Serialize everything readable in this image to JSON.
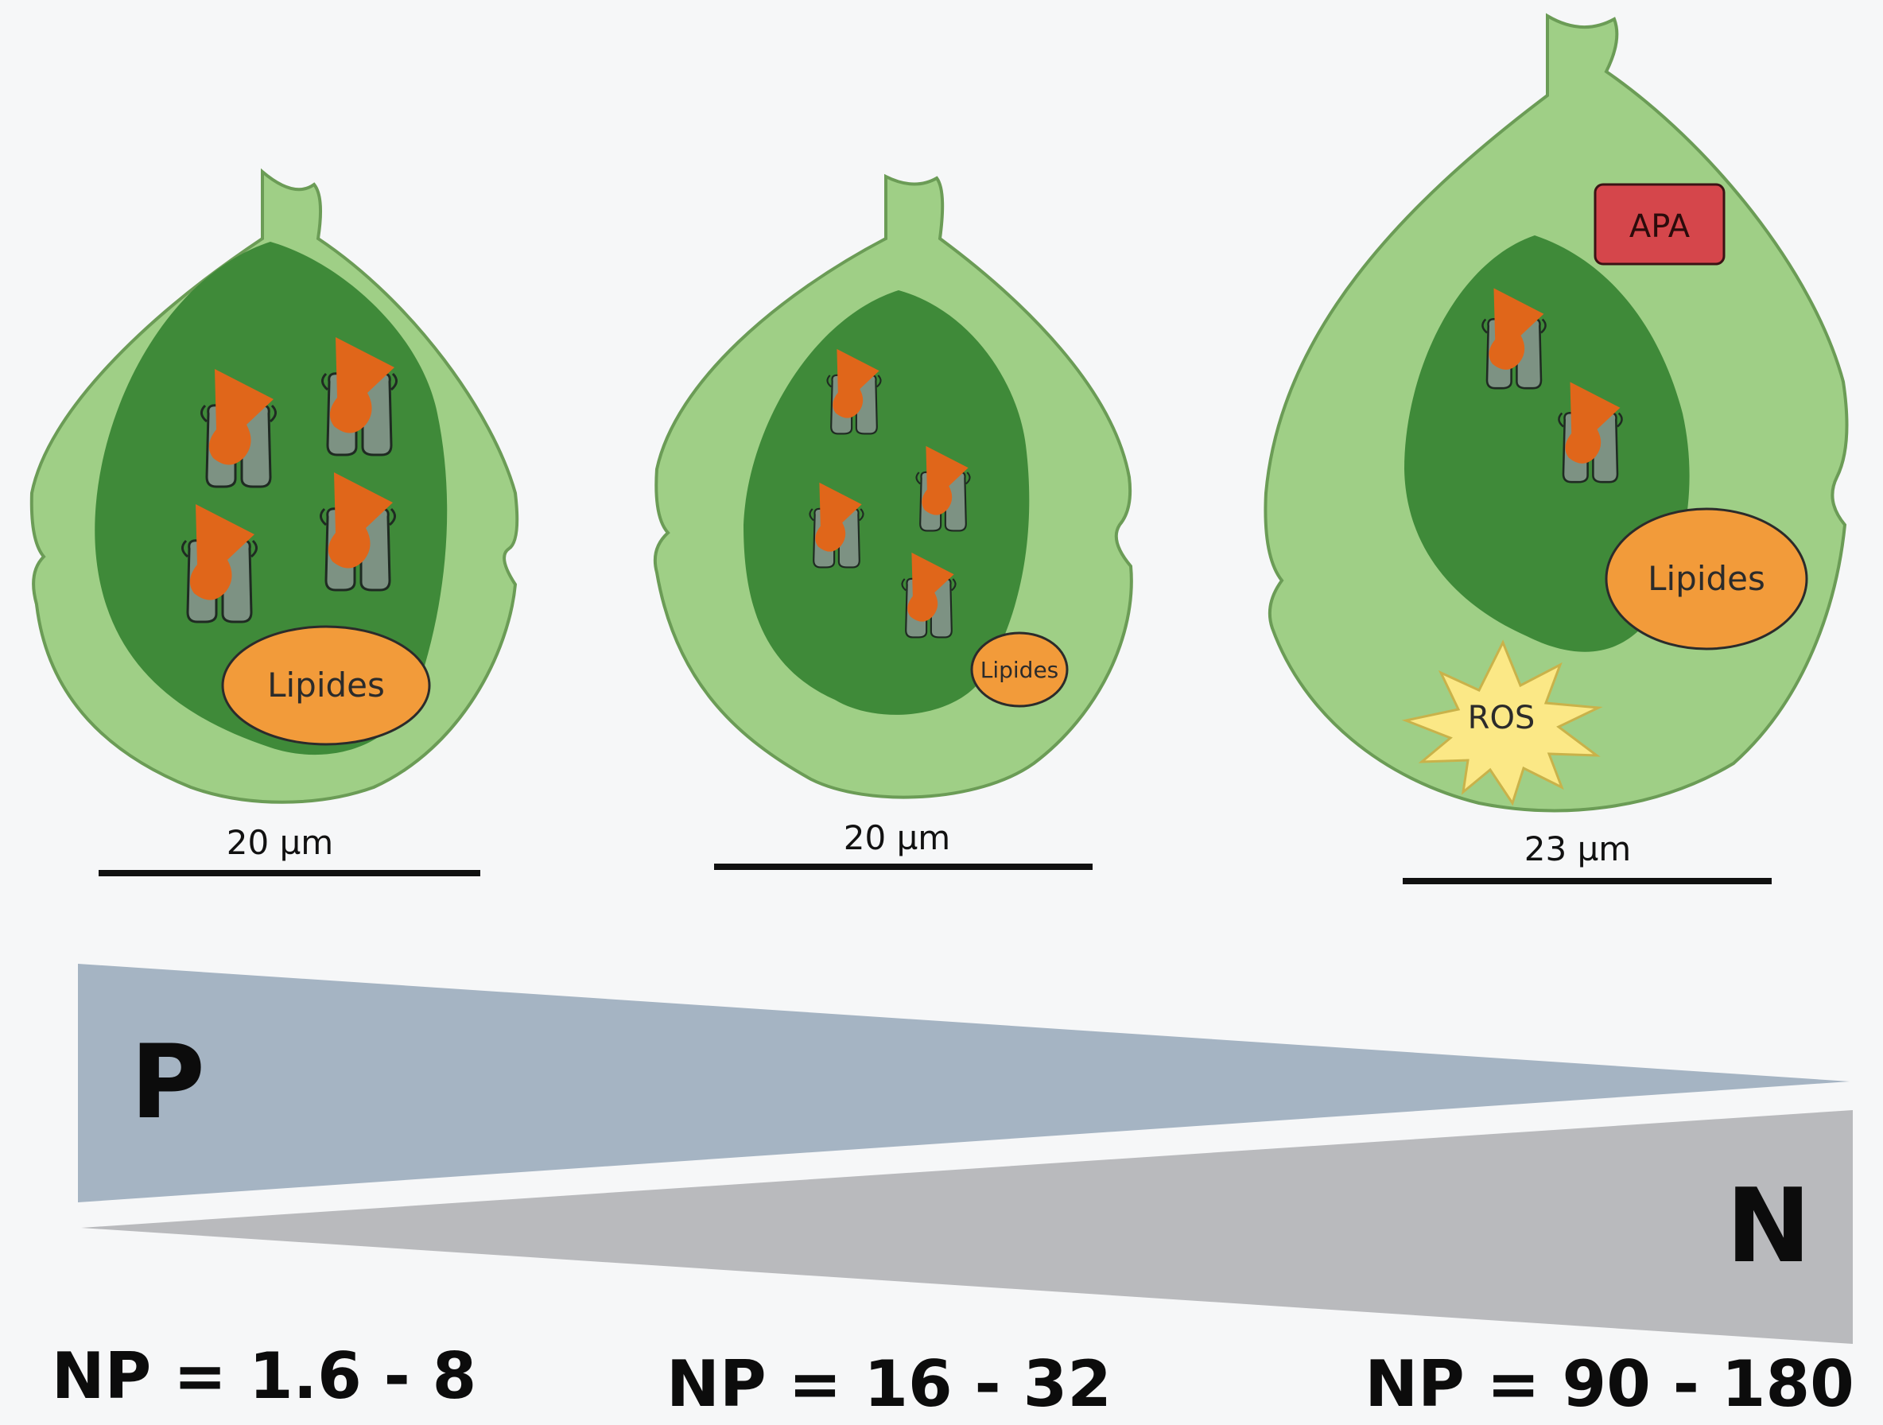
{
  "colors": {
    "background": "#f6f7f8",
    "outer_cell": "#9fcf86",
    "inner_chloroplast": "#3f8a39",
    "protein": "#e0661a",
    "complex": "#7d9283",
    "lipid": "#f29b3a",
    "apa": "#d5464b",
    "ros": "#fbe886",
    "p_wedge": "#a5b4c3",
    "n_wedge": "#b9babd"
  },
  "cells": [
    {
      "scale_label": "20 µm",
      "lipid_label": "Lipides",
      "np_label": "NP = 1.6 - 8"
    },
    {
      "scale_label": "20 µm",
      "lipid_label": "Lipides",
      "np_label": "NP = 16 - 32"
    },
    {
      "scale_label": "23 µm",
      "lipid_label": "Lipides",
      "np_label": "NP = 90 - 180",
      "apa_label": "APA",
      "ros_label": "ROS"
    }
  ],
  "gradient": {
    "p_label": "P",
    "n_label": "N"
  }
}
